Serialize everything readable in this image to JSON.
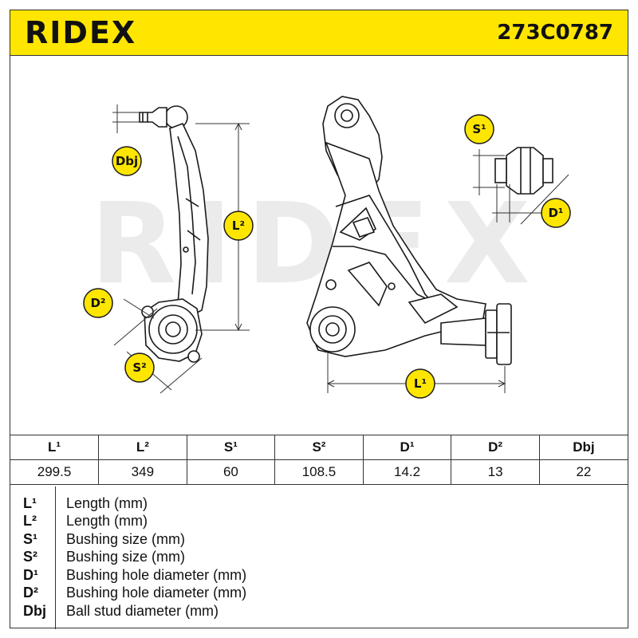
{
  "header": {
    "brand": "RIDEX",
    "part_number": "273C0787"
  },
  "drawing": {
    "watermark": "RIDEX",
    "labels": {
      "dbj": "Dbj",
      "d2": "D²",
      "s2": "S²",
      "l2": "L²",
      "s1": "S¹",
      "d1": "D¹",
      "l1": "L¹"
    }
  },
  "dimensions_table": {
    "headers": [
      "L¹",
      "L²",
      "S¹",
      "S²",
      "D¹",
      "D²",
      "Dbj"
    ],
    "values": [
      "299.5",
      "349",
      "60",
      "108.5",
      "14.2",
      "13",
      "22"
    ]
  },
  "legend": [
    {
      "symbol": "L¹",
      "description": "Length (mm)"
    },
    {
      "symbol": "L²",
      "description": "Length (mm)"
    },
    {
      "symbol": "S¹",
      "description": "Bushing size (mm)"
    },
    {
      "symbol": "S²",
      "description": "Bushing size (mm)"
    },
    {
      "symbol": "D¹",
      "description": "Bushing hole diameter (mm)"
    },
    {
      "symbol": "D²",
      "description": "Bushing hole diameter (mm)"
    },
    {
      "symbol": "Dbj",
      "description": "Ball stud diameter (mm)"
    }
  ],
  "colors": {
    "brand_yellow": "#ffe600",
    "label_bubble": "#ffe600",
    "line": "#1a1a1a",
    "watermark": "#e9e9e9"
  }
}
